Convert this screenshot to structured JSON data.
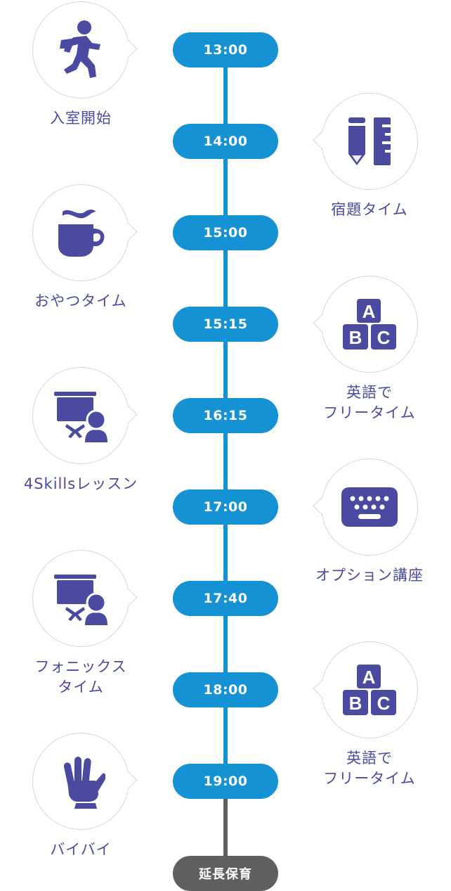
{
  "colors": {
    "accent": "#1592d4",
    "end": "#5f5f5f",
    "icon": "#4a4aa0",
    "text": "#4a4aa0"
  },
  "schedule": {
    "events": [
      {
        "time": "13:00",
        "label": "入室開始",
        "icon": "running-person-icon",
        "side": "left"
      },
      {
        "time": "14:00",
        "label": "宿題タイム",
        "icon": "pencil-ruler-icon",
        "side": "right"
      },
      {
        "time": "15:00",
        "label": "おやつタイム",
        "icon": "coffee-cup-icon",
        "side": "left"
      },
      {
        "time": "15:15",
        "label": "英語で\nフリータイム",
        "icon": "abc-blocks-icon",
        "side": "right"
      },
      {
        "time": "16:15",
        "label": "4Skillsレッスン",
        "icon": "presentation-icon",
        "side": "left"
      },
      {
        "time": "17:00",
        "label": "オプション講座",
        "icon": "keyboard-icon",
        "side": "right"
      },
      {
        "time": "17:40",
        "label": "フォニックス\nタイム",
        "icon": "presentation-icon",
        "side": "left"
      },
      {
        "time": "18:00",
        "label": "英語で\nフリータイム",
        "icon": "abc-blocks-icon",
        "side": "right"
      },
      {
        "time": "19:00",
        "label": "バイバイ",
        "icon": "waving-hand-icon",
        "side": "left"
      }
    ],
    "end_label": "延長保育"
  }
}
